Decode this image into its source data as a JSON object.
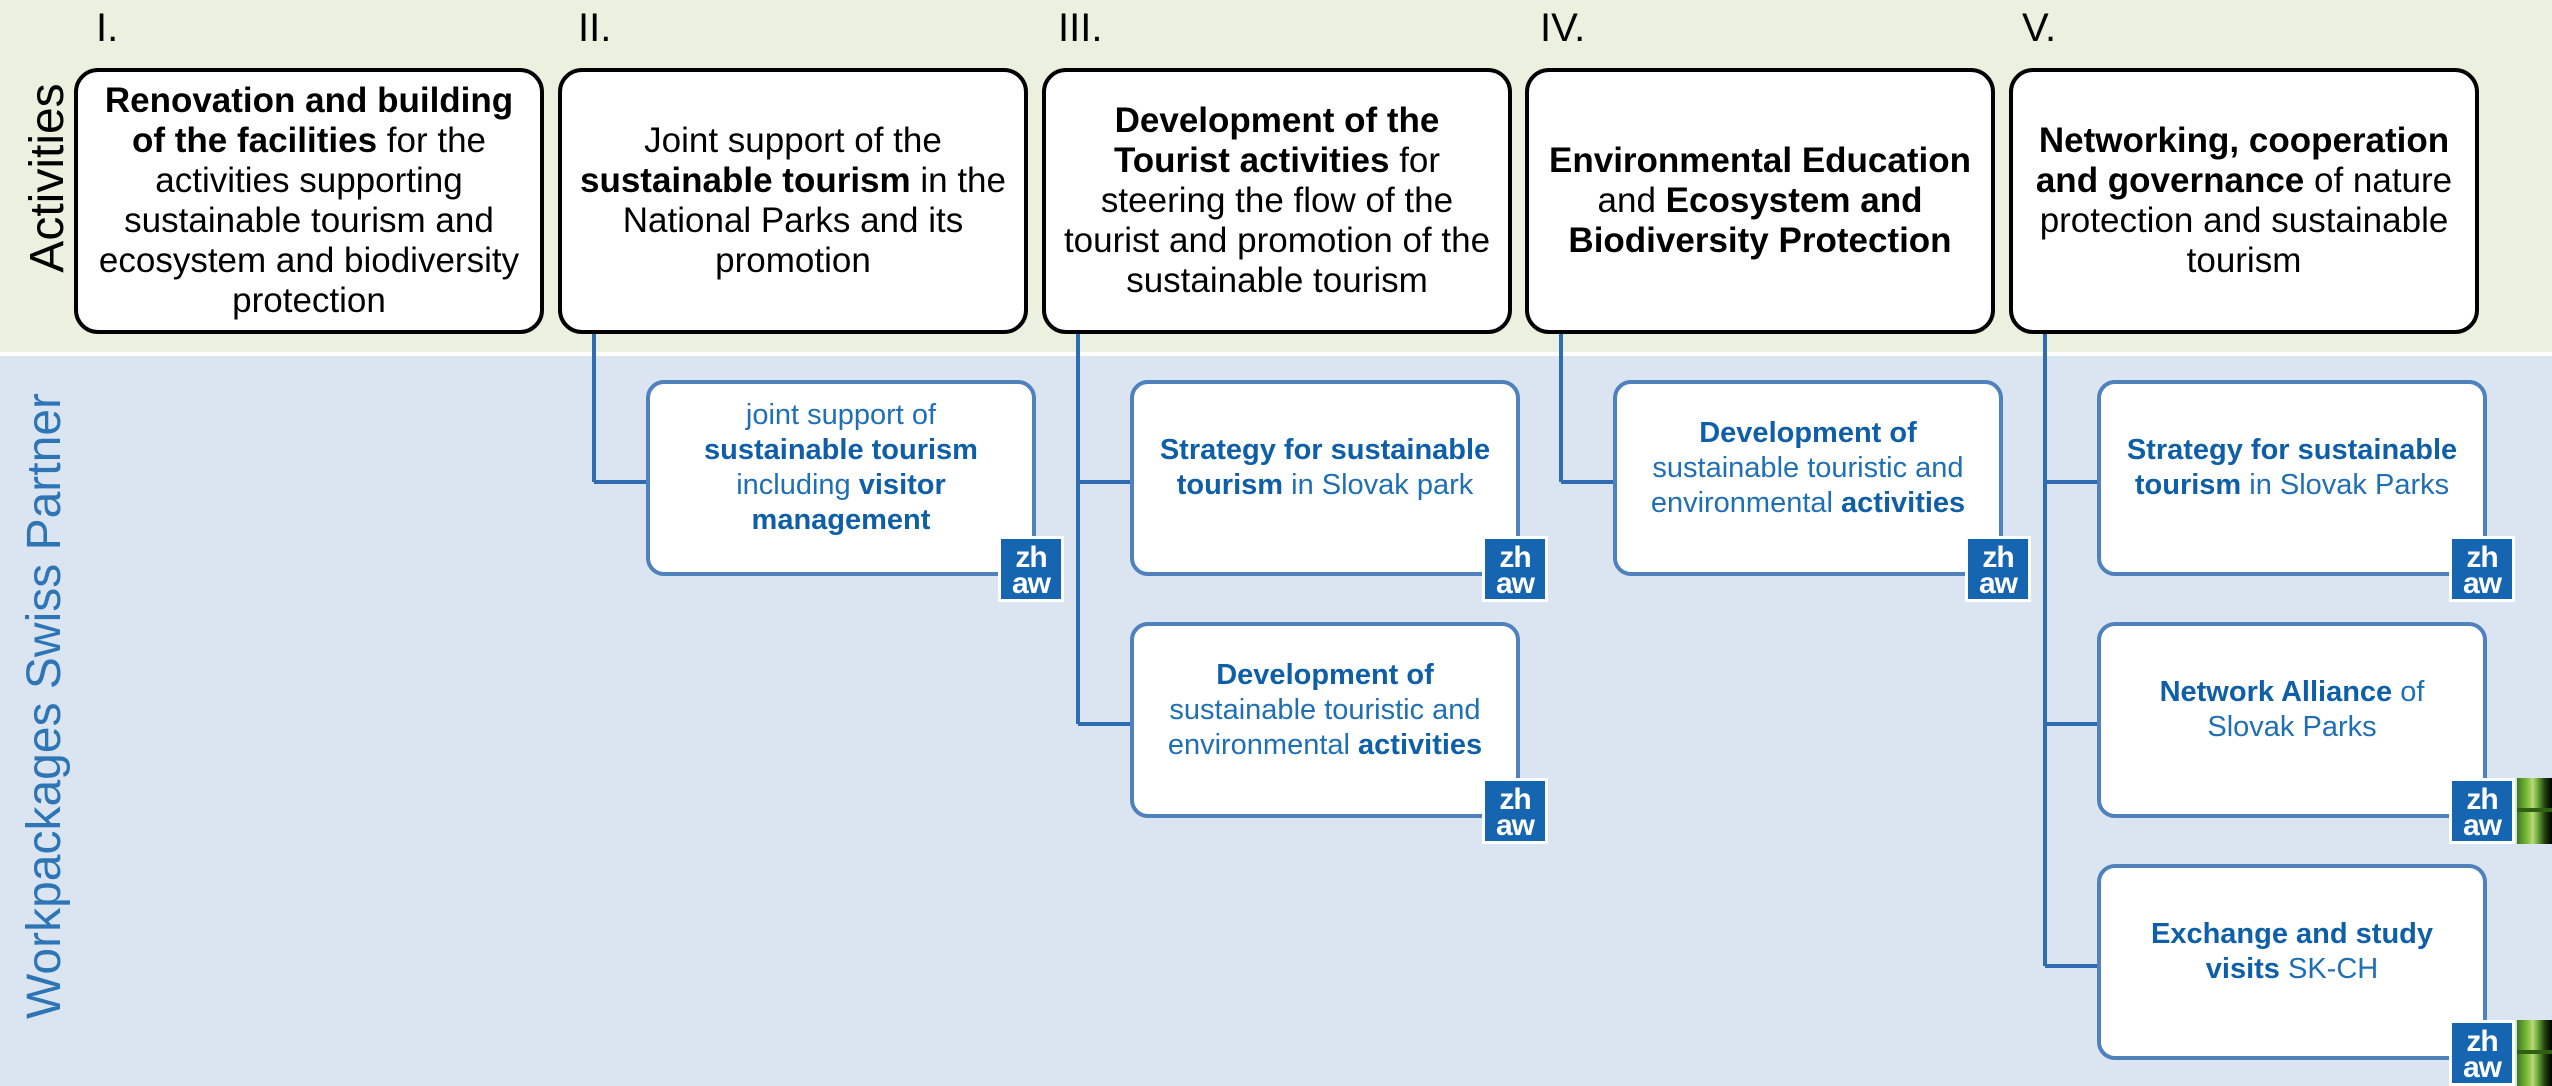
{
  "side_labels": {
    "activities": "Activities",
    "workpackages": "Workpackages Swiss Partner"
  },
  "columns": [
    {
      "numeral": "I.",
      "activity_html": "<b>Renovation and building of the facilities</b> for the activities supporting sustainable tourism and ecosystem and biodiversity protection",
      "workpackages": []
    },
    {
      "numeral": "II.",
      "activity_html": "Joint support of the <b>sustainable tourism</b> in the National Parks and its promotion",
      "workpackages": [
        {
          "html": "joint support of <b>sustainable tourism</b> including <b>visitor management</b>",
          "logos": [
            "zhaw"
          ]
        }
      ]
    },
    {
      "numeral": "III.",
      "activity_html": "<b>Development of the Tourist activities</b> for steering the flow of the tourist and promotion of the sustainable tourism",
      "workpackages": [
        {
          "html": "<b>Strategy for sustainable tourism</b> in Slovak park",
          "logos": [
            "zhaw"
          ]
        },
        {
          "html": "<b>Development of</b> sustainable touristic and environmental <b>activities</b>",
          "logos": [
            "zhaw"
          ]
        }
      ]
    },
    {
      "numeral": "IV.",
      "activity_html": "<b>Environmental Education</b> and <b>Ecosystem and Biodiversity Protection</b>",
      "workpackages": [
        {
          "html": "<b>Development of</b> sustainable touristic and environmental <b>activities</b>",
          "logos": [
            "zhaw"
          ]
        }
      ]
    },
    {
      "numeral": "V.",
      "activity_html": "<b>Networking, cooperation and governance</b> of nature protection and sustainable tourism",
      "workpackages": [
        {
          "html": "<b>Strategy for sustainable tourism</b> in Slovak Parks",
          "logos": [
            "zhaw"
          ]
        },
        {
          "html": "<b>Network Alliance</b> of Slovak Parks",
          "logos": [
            "zhaw",
            "green"
          ]
        },
        {
          "html": "<b>Exchange and study visits</b> SK-CH",
          "logos": [
            "zhaw",
            "green"
          ]
        }
      ]
    }
  ],
  "logo_text": {
    "zhaw": "zh\naw"
  },
  "colors": {
    "activities_band": "#ebf0df",
    "workpackages_band": "#dbe5f1",
    "workpackage_border": "#4f81bd",
    "workpackage_text": "#1f6fb5",
    "connector": "#2e6db4",
    "zhaw_blue": "#1565b0"
  }
}
